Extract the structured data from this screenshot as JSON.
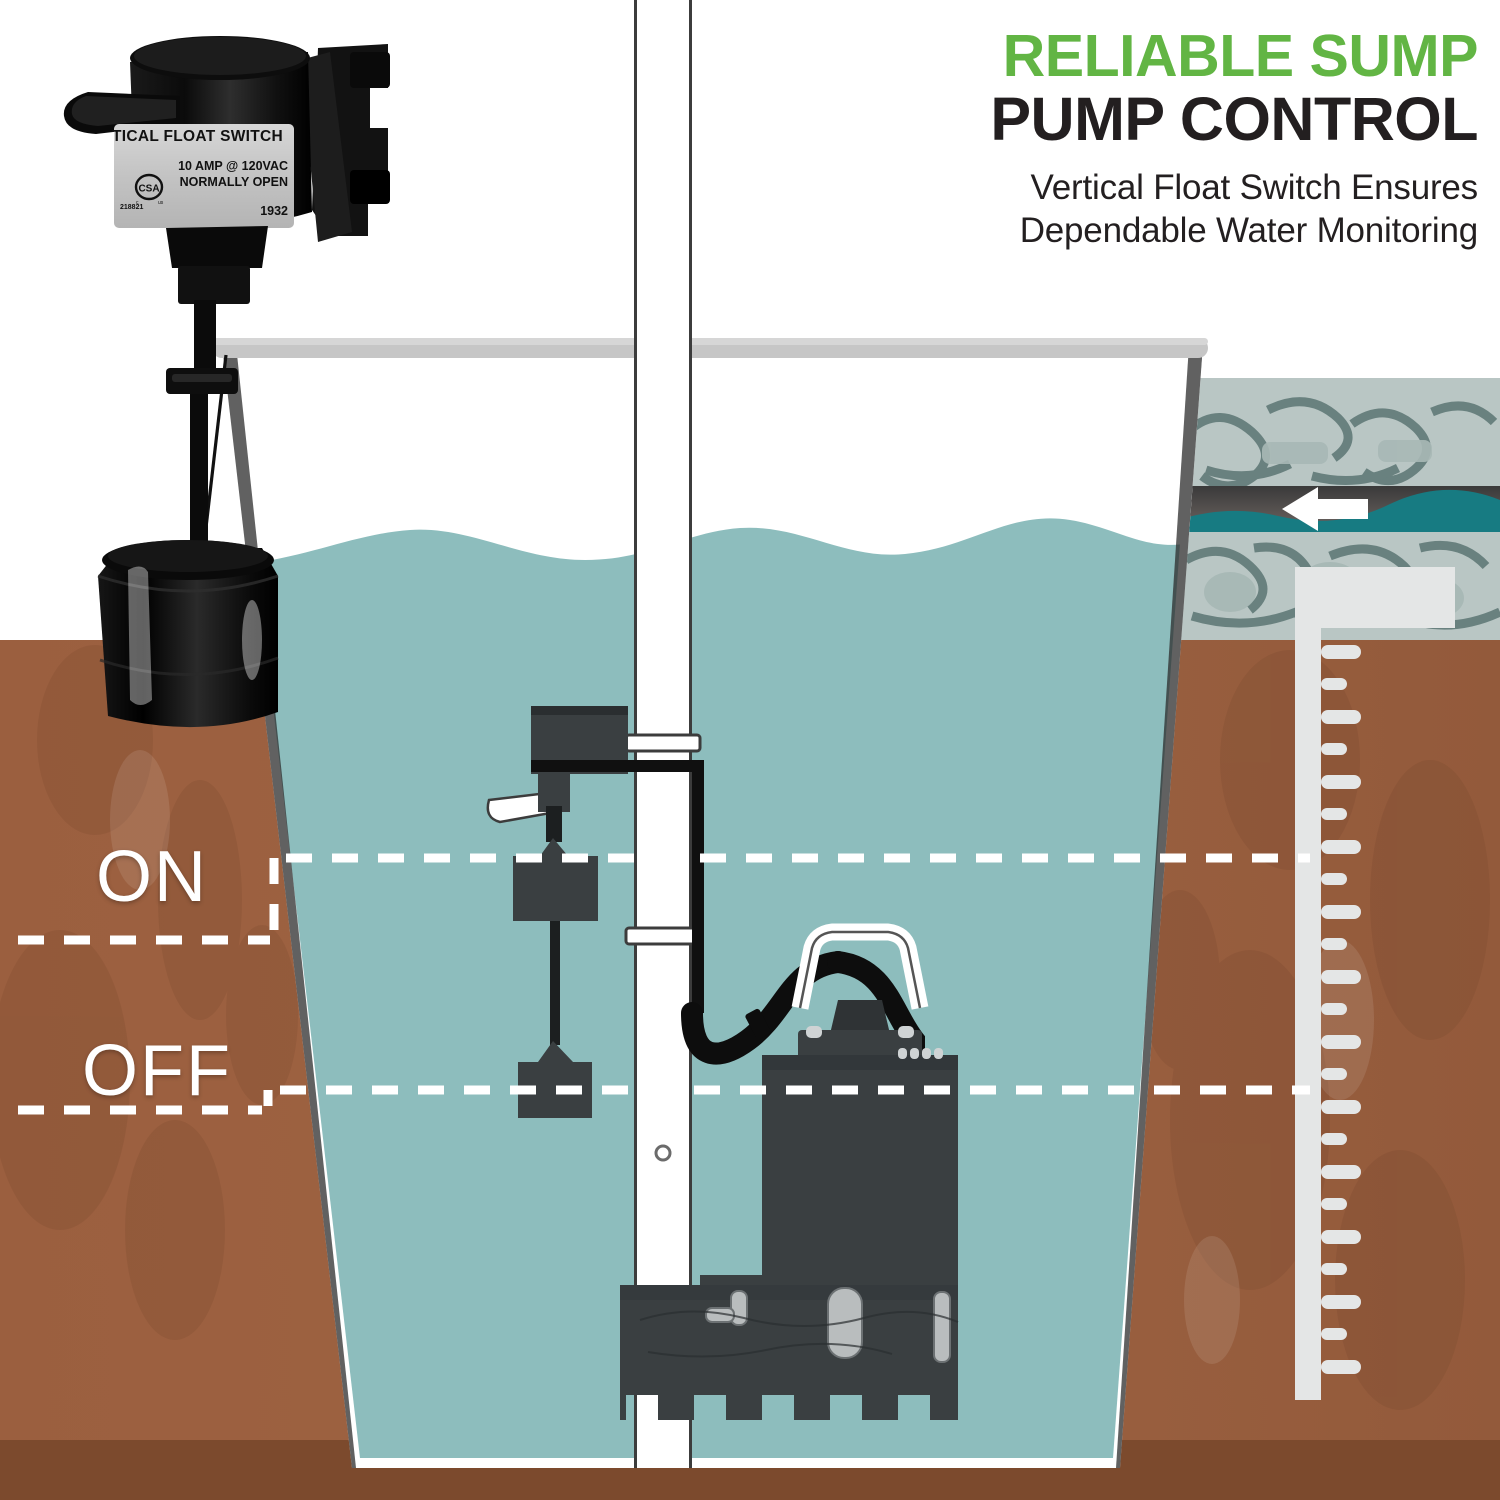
{
  "headline": {
    "line1": "RELIABLE SUMP",
    "line2": "PUMP CONTROL",
    "sub_line1": "Vertical Float Switch Ensures",
    "sub_line2": "Dependable Water Monitoring",
    "accent_color": "#62b544",
    "text_color": "#231f20"
  },
  "levels": {
    "on_label": "ON",
    "off_label": "OFF",
    "label_color": "#ffffff"
  },
  "product_label": {
    "title": "TICAL FLOAT SWITCH",
    "rating_line1": "10 AMP @ 120VAC",
    "rating_line2": "NORMALLY OPEN",
    "cert_mark": "CSA",
    "cert_sub_left": "c",
    "cert_sub_right": "us",
    "file_number": "218821",
    "model_number": "1932"
  },
  "diagram": {
    "water_color": "#8dbdbd",
    "soil_color": "#9b5f3f",
    "soil_deep_color": "#7c4a2d",
    "gravel_color": "#b9c6c4",
    "gravel_stone_color": "#5c7573",
    "drain_water_color": "#177b82",
    "pump_body_color": "#3a3f41",
    "basin_border_color": "#ffffff",
    "lid_color": "#c6c6c6",
    "pipe_color": "#ffffff",
    "ruler_color": "#e4e6e6",
    "flow_arrow": "arrow-left",
    "flow_arrow_color": "#ffffff"
  }
}
